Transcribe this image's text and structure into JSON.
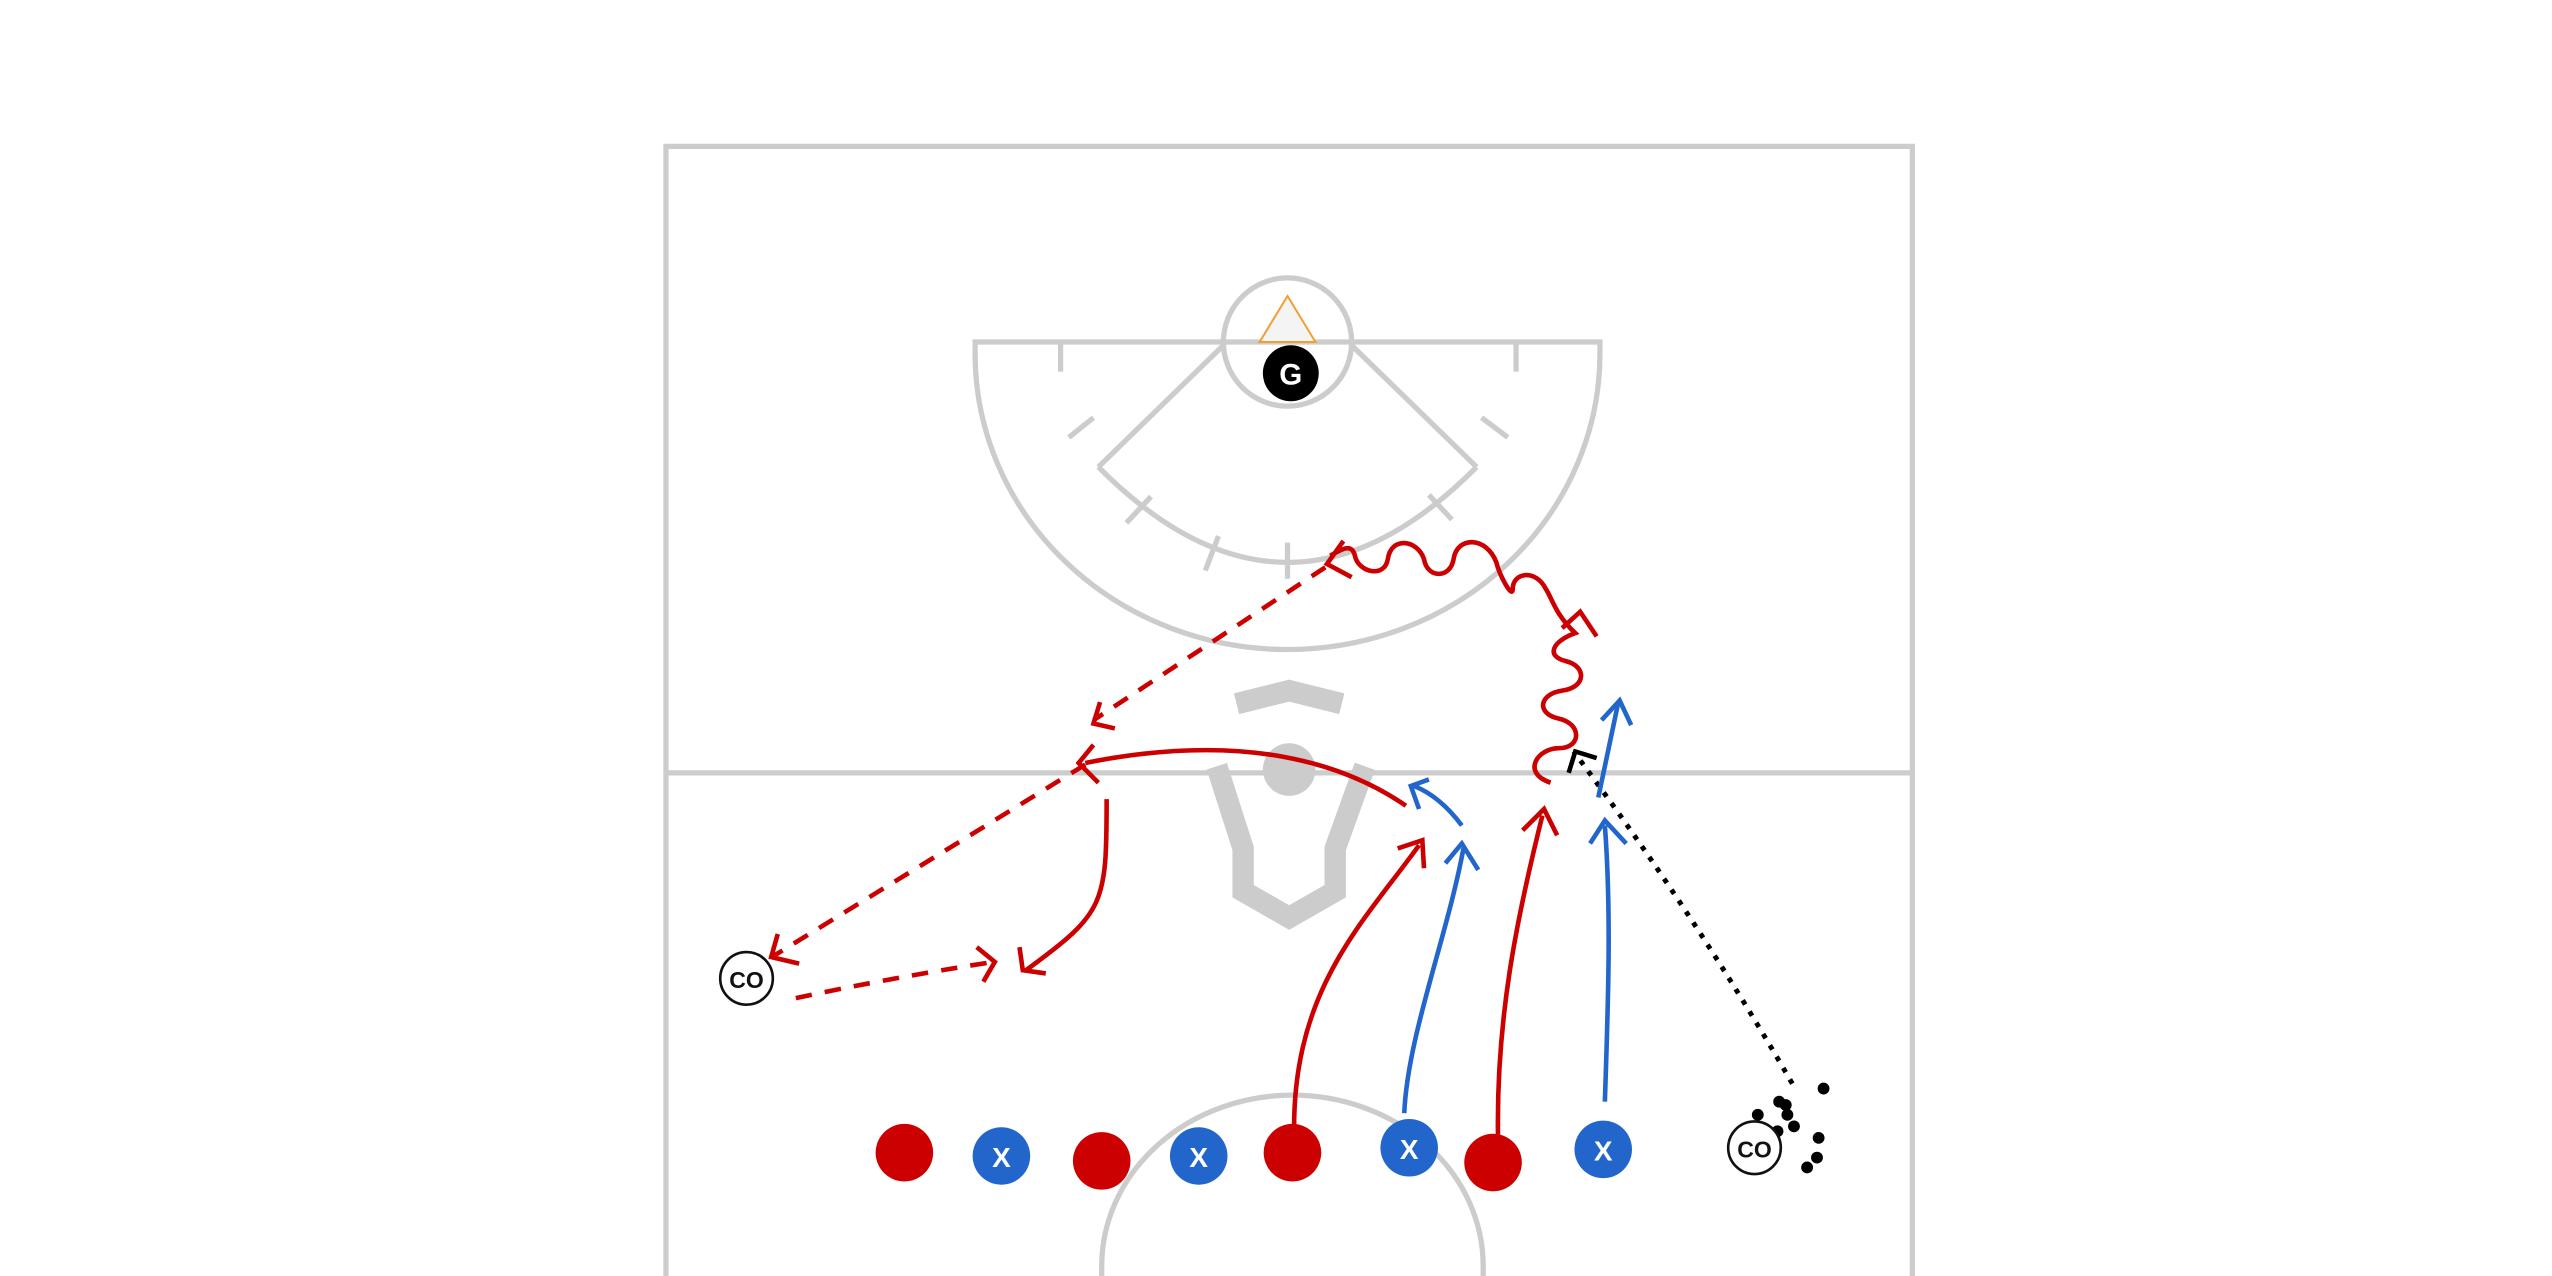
{
  "diagram": {
    "goalie_label": "G",
    "defender_label": "X",
    "coach_label": "CO",
    "colors": {
      "attack": "#cc0000",
      "defense": "#2266cc",
      "court_lines": "#cccccc",
      "logo": "#cccccc",
      "goalie": "#000000",
      "pass_black": "#000000",
      "goal_fill": "#f4f4f4",
      "goal_outline": "#f0a030"
    },
    "attackers_count": 4,
    "defenders_count": 4,
    "coaches_count": 2,
    "balls_count": 10
  }
}
